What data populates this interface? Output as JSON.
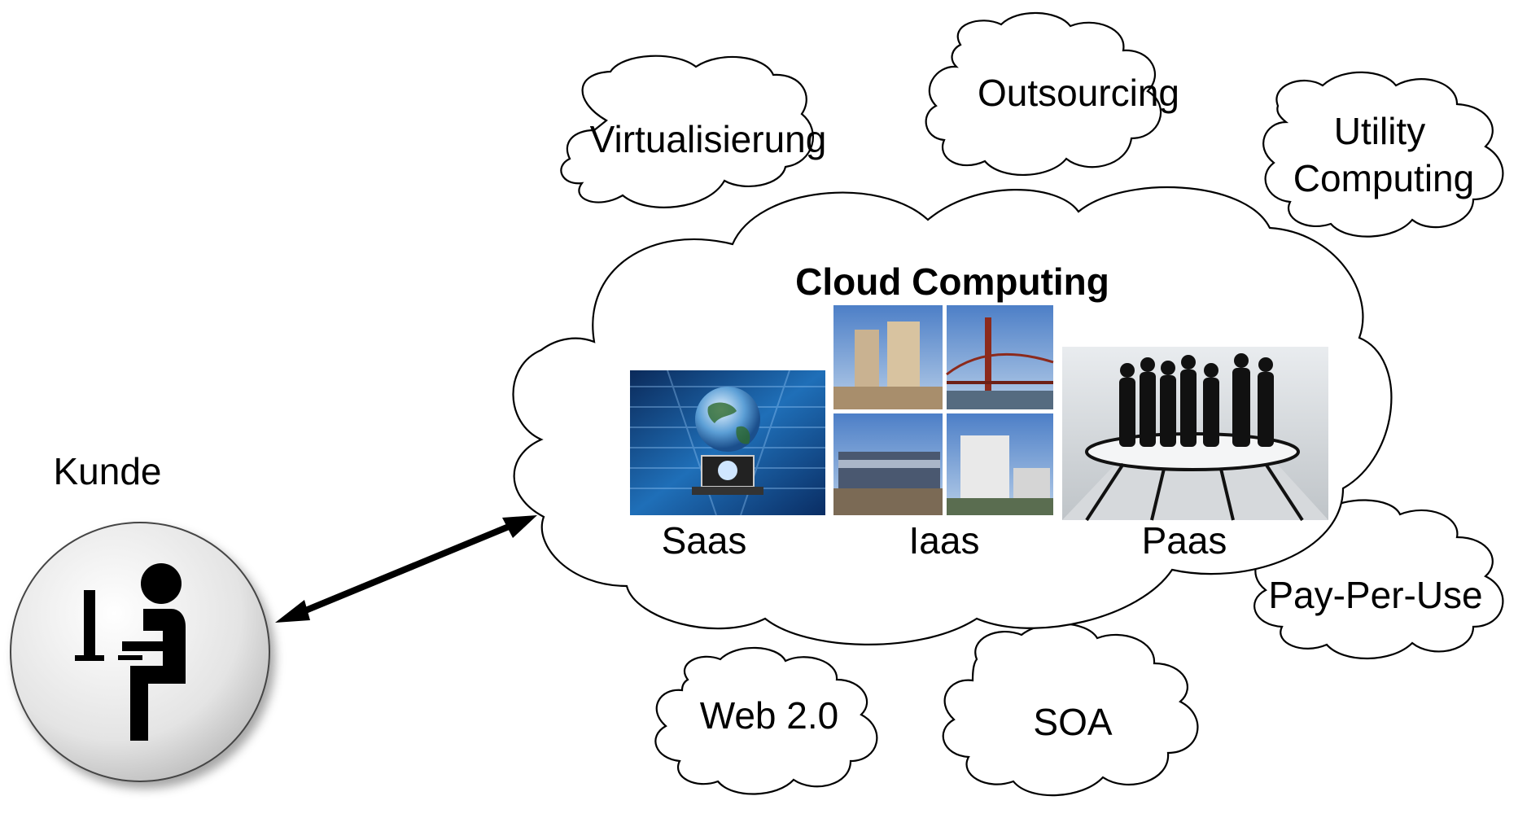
{
  "customer": {
    "label": "Kunde"
  },
  "main_cloud": {
    "title": "Cloud Computing",
    "services": [
      {
        "label": "Saas"
      },
      {
        "label": "Iaas"
      },
      {
        "label": "Paas"
      }
    ]
  },
  "satellite_clouds": [
    {
      "label": "Virtualisierung"
    },
    {
      "label": "Outsourcing"
    },
    {
      "label": "Utility"
    },
    {
      "label": "Computing"
    },
    {
      "label": "Pay-Per-Use"
    },
    {
      "label": "Web 2.0"
    },
    {
      "label": "SOA"
    }
  ]
}
